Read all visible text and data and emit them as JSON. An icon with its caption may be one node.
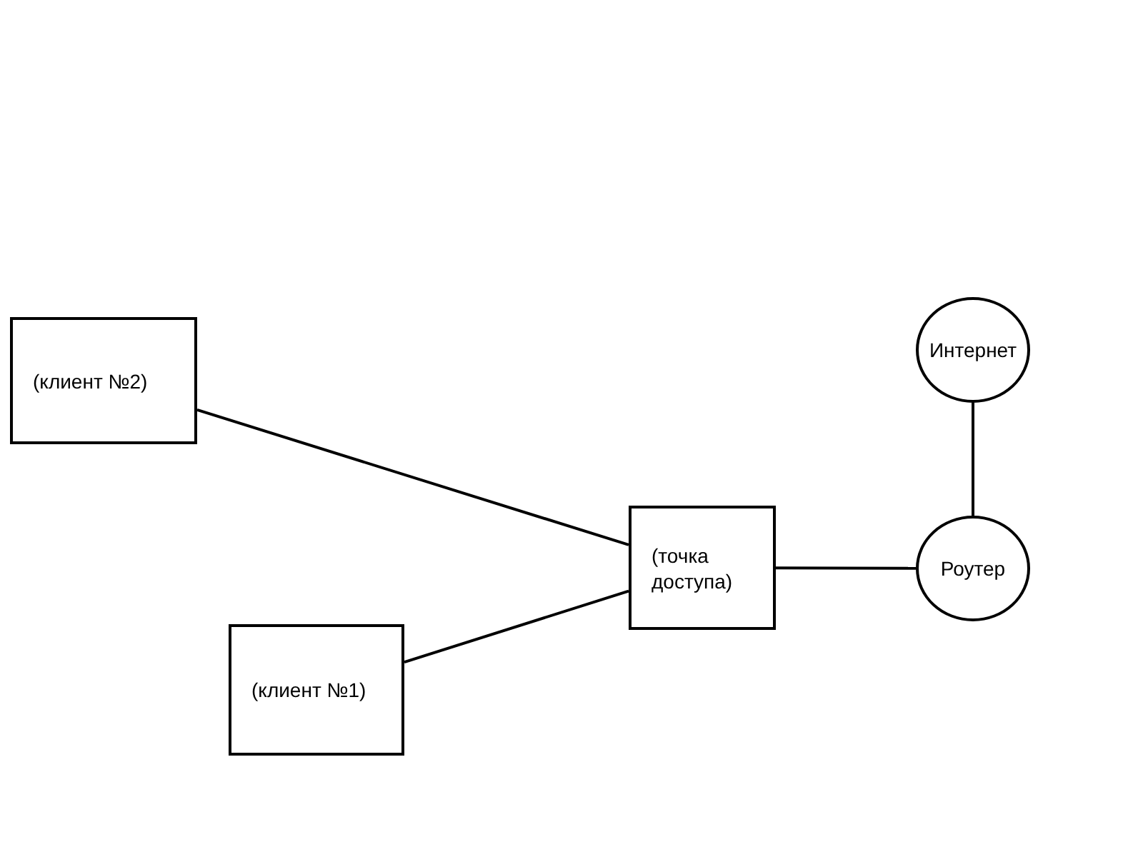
{
  "diagram": {
    "nodes": [
      {
        "text": [
          "(клиент №2)"
        ]
      },
      {
        "text": [
          "(клиент №1)"
        ]
      },
      {
        "text": [
          "(точка доступа)"
        ]
      },
      {
        "text": [
          "Интернет"
        ]
      },
      {
        "text": [
          "Роутер"
        ]
      }
    ],
    "edges": [
      {
        "from": 0,
        "to": 2,
        "arrow": "none"
      },
      {
        "from": 1,
        "to": 2,
        "arrow": "none"
      },
      {
        "from": 2,
        "to": 4,
        "arrow": "none"
      },
      {
        "from": 4,
        "to": 3,
        "arrow": "none"
      }
    ]
  }
}
